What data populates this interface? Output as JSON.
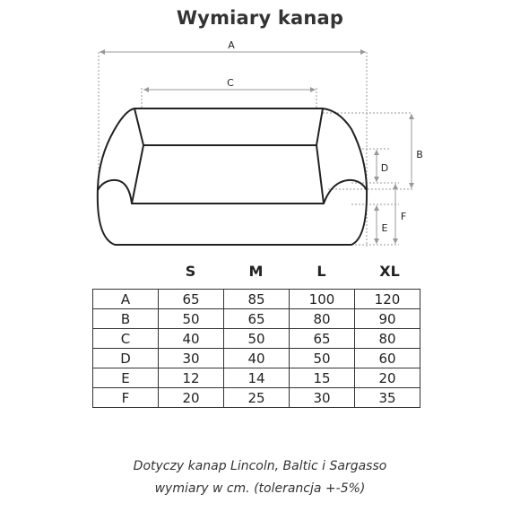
{
  "title": "Wymiary kanap",
  "dimension_labels": {
    "A": "A",
    "B": "B",
    "C": "C",
    "D": "D",
    "E": "E",
    "F": "F"
  },
  "table": {
    "columns": [
      "S",
      "M",
      "L",
      "XL"
    ],
    "rows": [
      {
        "label": "A",
        "values": [
          "65",
          "85",
          "100",
          "120"
        ]
      },
      {
        "label": "B",
        "values": [
          "50",
          "65",
          "80",
          "90"
        ]
      },
      {
        "label": "C",
        "values": [
          "40",
          "50",
          "65",
          "80"
        ]
      },
      {
        "label": "D",
        "values": [
          "30",
          "40",
          "50",
          "60"
        ]
      },
      {
        "label": "E",
        "values": [
          "12",
          "14",
          "15",
          "20"
        ]
      },
      {
        "label": "F",
        "values": [
          "20",
          "25",
          "30",
          "35"
        ]
      }
    ]
  },
  "footnote": {
    "line1": "Dotyczy kanap Lincoln, Baltic i Sargasso",
    "line2": "wymiary w cm. (tolerancja +-5%)"
  }
}
